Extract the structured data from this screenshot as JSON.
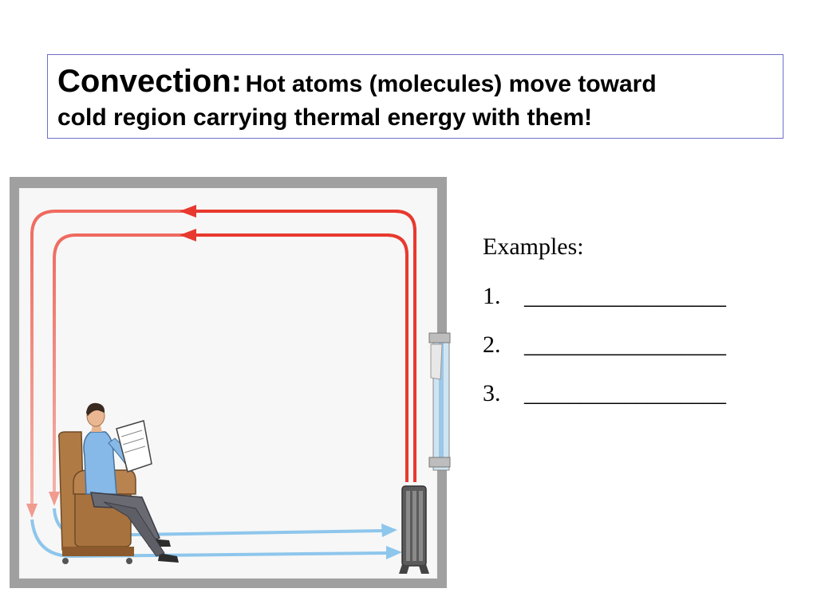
{
  "title": {
    "heading": "Convection:",
    "text_line1": "Hot atoms (molecules) move toward",
    "text_line2": "cold region carrying thermal energy with them!"
  },
  "examples": {
    "heading": "Examples:",
    "items": [
      {
        "number": "1.",
        "blank": "__________________"
      },
      {
        "number": "2.",
        "blank": "__________________"
      },
      {
        "number": "3.",
        "blank": "__________________"
      }
    ]
  },
  "colors": {
    "warm_air": "#e8392f",
    "cool_air": "#8ec6ec",
    "wall": "#a0a0a0",
    "border": "#6e6ec8"
  }
}
